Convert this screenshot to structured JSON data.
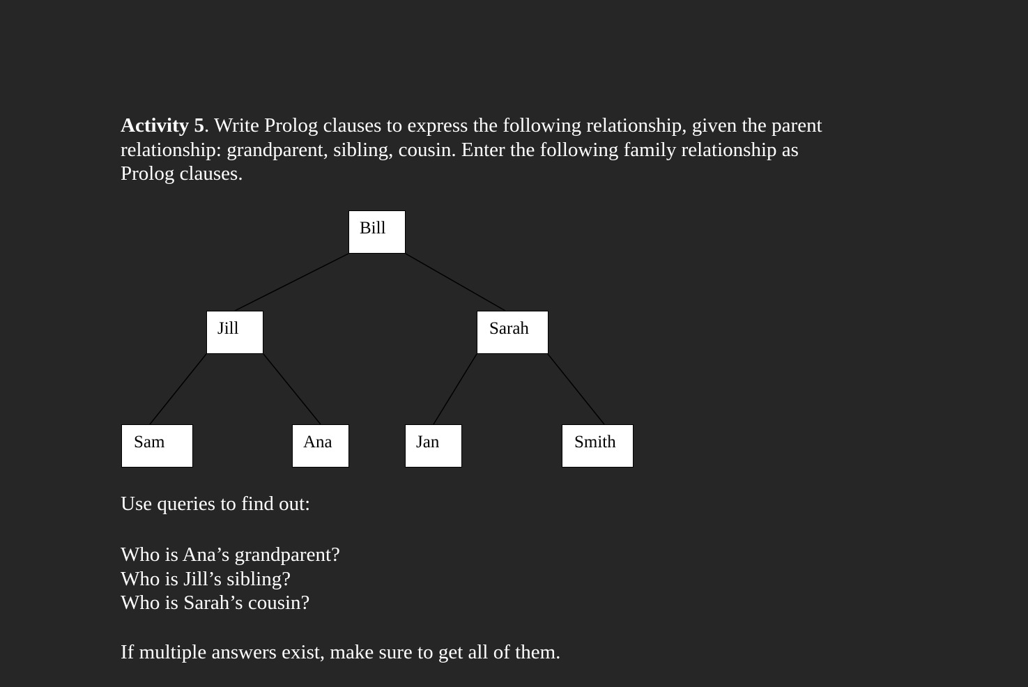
{
  "activity": {
    "heading": "Activity 5",
    "intro_line1_rest": ". Write Prolog clauses to express the following relationship, given the parent",
    "intro_line2": "relationship: grandparent, sibling, cousin. Enter the following family relationship as",
    "intro_line3": "Prolog clauses."
  },
  "tree": {
    "nodes": {
      "bill": "Bill",
      "jill": "Jill",
      "sarah": "Sarah",
      "sam": "Sam",
      "ana": "Ana",
      "jan": "Jan",
      "smith": "Smith"
    },
    "edges": [
      [
        "bill",
        "jill"
      ],
      [
        "bill",
        "sarah"
      ],
      [
        "jill",
        "sam"
      ],
      [
        "jill",
        "ana"
      ],
      [
        "sarah",
        "jan"
      ],
      [
        "sarah",
        "smith"
      ]
    ]
  },
  "queries": {
    "prompt": "Use queries to find out:",
    "questions": [
      "Who is Ana’s grandparent?",
      "Who is Jill’s sibling?",
      "Who is Sarah’s cousin?"
    ],
    "closing": "If multiple answers exist, make sure to get all of them."
  }
}
